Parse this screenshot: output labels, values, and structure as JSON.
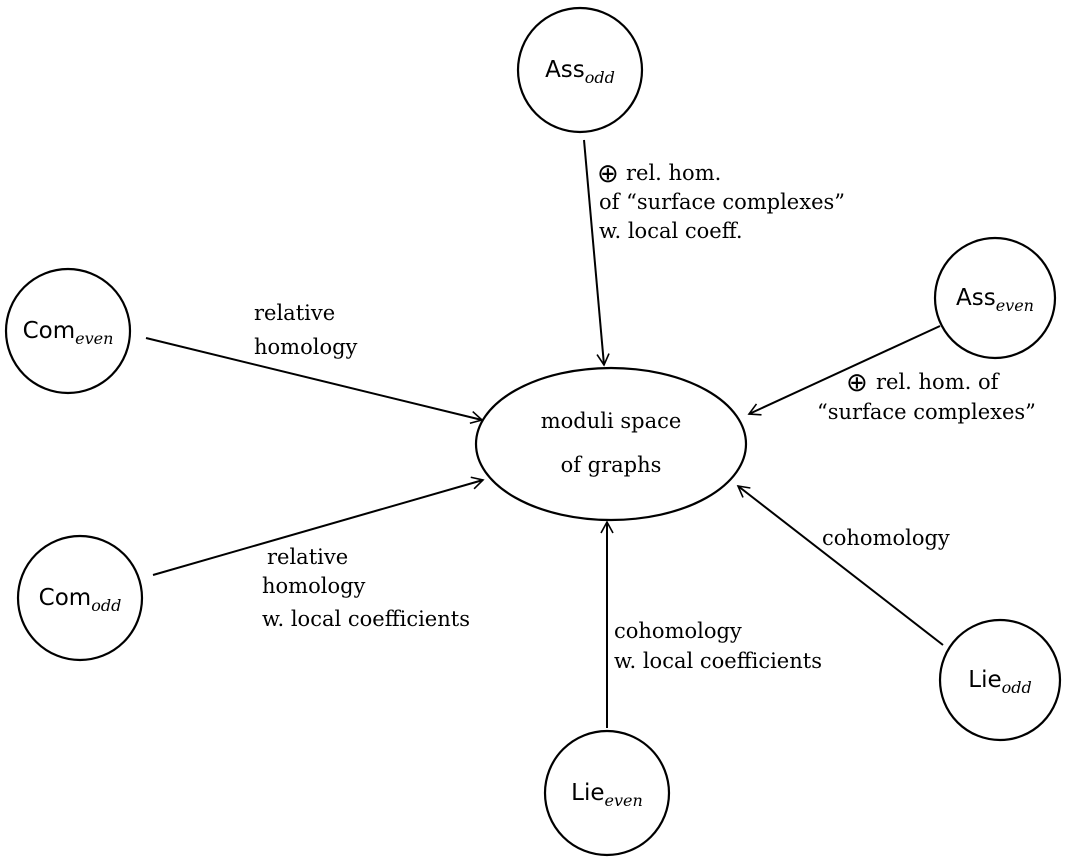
{
  "center": {
    "line1": "moduli space",
    "line2": "of graphs"
  },
  "nodes": {
    "ass_odd": {
      "main": "Ass",
      "sub": "odd"
    },
    "ass_even": {
      "main": "Ass",
      "sub": "even"
    },
    "com_even": {
      "main": "Com",
      "sub": "even"
    },
    "com_odd": {
      "main": "Com",
      "sub": "odd"
    },
    "lie_even": {
      "main": "Lie",
      "sub": "even"
    },
    "lie_odd": {
      "main": "Lie",
      "sub": "odd"
    }
  },
  "labels": {
    "ass_odd": [
      "rel. hom.",
      "of “surface complexes”",
      "w. local coeff."
    ],
    "ass_even": [
      "rel. hom. of",
      "“surface complexes”"
    ],
    "com_even": [
      "relative",
      "homology"
    ],
    "com_odd": [
      "relative",
      "homology",
      "w. local coefficients"
    ],
    "lie_even": [
      "cohomology",
      "w. local coefficients"
    ],
    "lie_odd": [
      "cohomology"
    ]
  },
  "symbols": {
    "oplus": "⊕"
  }
}
